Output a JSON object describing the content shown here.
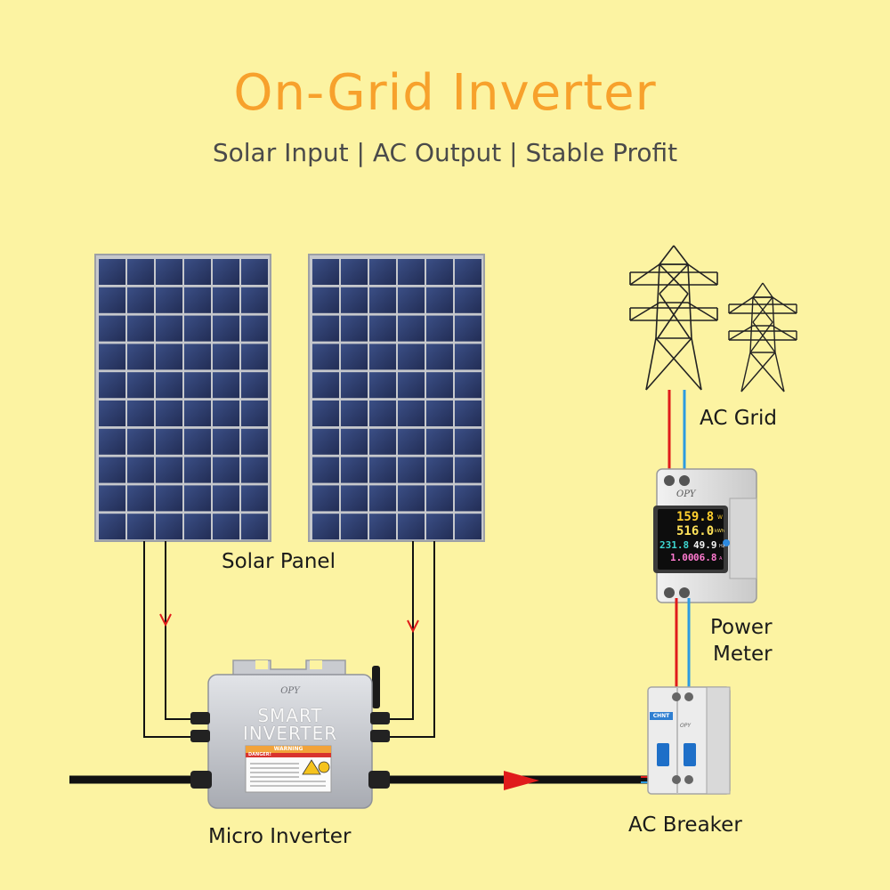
{
  "header": {
    "title": "On-Grid Inverter",
    "subtitle": "Solar Input | AC Output | Stable Profit"
  },
  "labels": {
    "solar_panel": "Solar Panel",
    "ac_grid": "AC Grid",
    "power_meter_line1": "Power",
    "power_meter_line2": "Meter",
    "ac_breaker": "AC Breaker",
    "micro_inverter": "Micro Inverter"
  },
  "inverter": {
    "brand": "OPY",
    "line1": "SMART",
    "line2": "INVERTER",
    "warning_header": "WARNING",
    "danger": "DANGER!"
  },
  "meter": {
    "brand": "OPY",
    "row1": "159.8",
    "row1_unit": "W",
    "row2": "516.0",
    "row2_unit": "kWh",
    "row3a": "231.8",
    "row3b": "49.9",
    "row3b_unit": "Hz",
    "row4a": "1.00",
    "row4b": "06.8",
    "row4b_unit": "A"
  },
  "breaker": {
    "brand": "CHNT",
    "model": "OPY"
  },
  "colors": {
    "background": "#fcf3a2",
    "title": "#f7a12c",
    "live_wire": "#e01b1b",
    "neutral_wire": "#2c9be0",
    "panel_cell": "#2b3a6b"
  }
}
